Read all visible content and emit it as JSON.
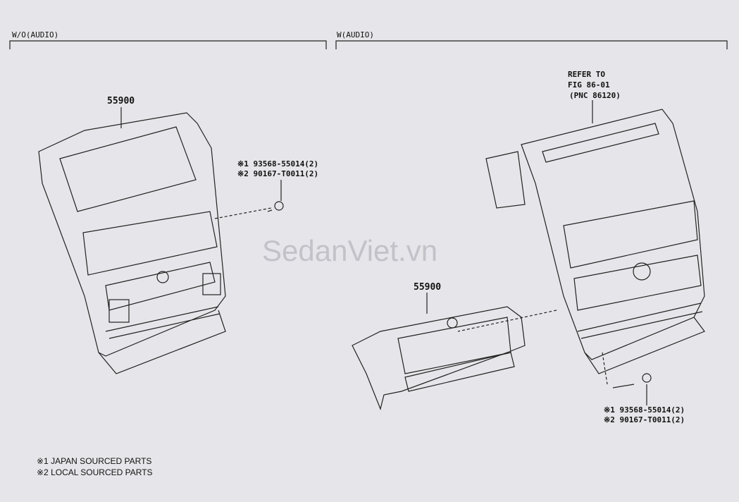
{
  "sections": [
    {
      "label": "W/O(AUDIO)"
    },
    {
      "label": "W(AUDIO)"
    }
  ],
  "left": {
    "part_number": "55900",
    "bolt_refs": [
      "※1 93568-55014(2)",
      "※2 90167-T0011(2)"
    ]
  },
  "right": {
    "refer": [
      "REFER TO",
      "FIG 86-01",
      "(PNC 86120)"
    ],
    "part_number": "55900",
    "bolt_refs": [
      "※1 93568-55014(2)",
      "※2 90167-T0011(2)"
    ]
  },
  "legend": [
    "※1 JAPAN SOURCED PARTS",
    "※2 LOCAL SOURCED PARTS"
  ],
  "watermark": "SedanViet.vn"
}
